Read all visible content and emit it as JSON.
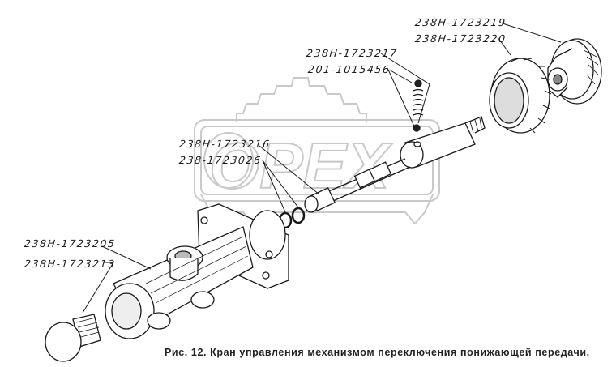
{
  "figure": {
    "caption": "Рис. 12. Кран управления механизмом переключения понижающей передачи.",
    "watermark": "OPEX",
    "colors": {
      "line": "#1a1a1a",
      "watermark": "#c9c9c9",
      "background": "#ffffff"
    }
  },
  "labels": [
    {
      "id": "p1",
      "text": "238Н-1723219",
      "part": "cap"
    },
    {
      "id": "p2",
      "text": "238Н-1723220",
      "part": "nut"
    },
    {
      "id": "p3",
      "text": "238Н-1723217",
      "part": "ball"
    },
    {
      "id": "p4",
      "text": "201-1015456",
      "part": "spring"
    },
    {
      "id": "p5",
      "text": "238Н-1723216",
      "part": "valve-stem"
    },
    {
      "id": "p6",
      "text": "238-1723026",
      "part": "o-rings"
    },
    {
      "id": "p7",
      "text": "238Н-1723205",
      "part": "valve-body"
    },
    {
      "id": "p8",
      "text": "238Н-1723213",
      "part": "plug"
    }
  ]
}
